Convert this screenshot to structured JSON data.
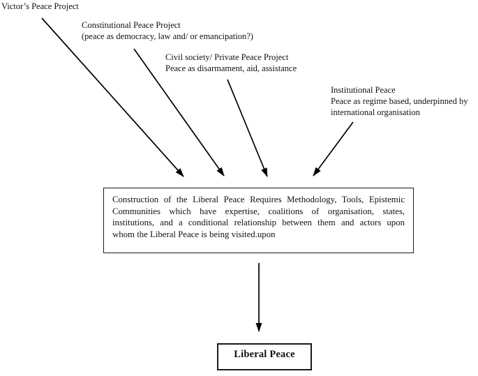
{
  "diagram": {
    "colors": {
      "background": "#ffffff",
      "line": "#000000",
      "text": "#111111"
    },
    "labels": {
      "victors": {
        "line1": "Victor’s Peace Project"
      },
      "constitutional": {
        "line1": "Constitutional Peace Project",
        "line2": "(peace as democracy, law and/ or emancipation?)"
      },
      "civil": {
        "line1": "Civil society/ Private Peace Project",
        "line2": "Peace as disarmament, aid, assistance"
      },
      "institutional": {
        "line1": "Institutional Peace",
        "line2": "Peace as regime based, underpinned by",
        "line3": "international organisation"
      }
    },
    "construction_box": {
      "line1": "Construction of the Liberal Peace Requires Methodology, Tools, Epistemic",
      "line2": "Communities which have expertise, coalitions of organisation, states,",
      "line3": "institutions, and a conditional relationship between them and actors upon",
      "line4": "whom the Liberal Peace is being visited.upon"
    },
    "liberal_peace_box": {
      "label": "Liberal Peace"
    }
  }
}
